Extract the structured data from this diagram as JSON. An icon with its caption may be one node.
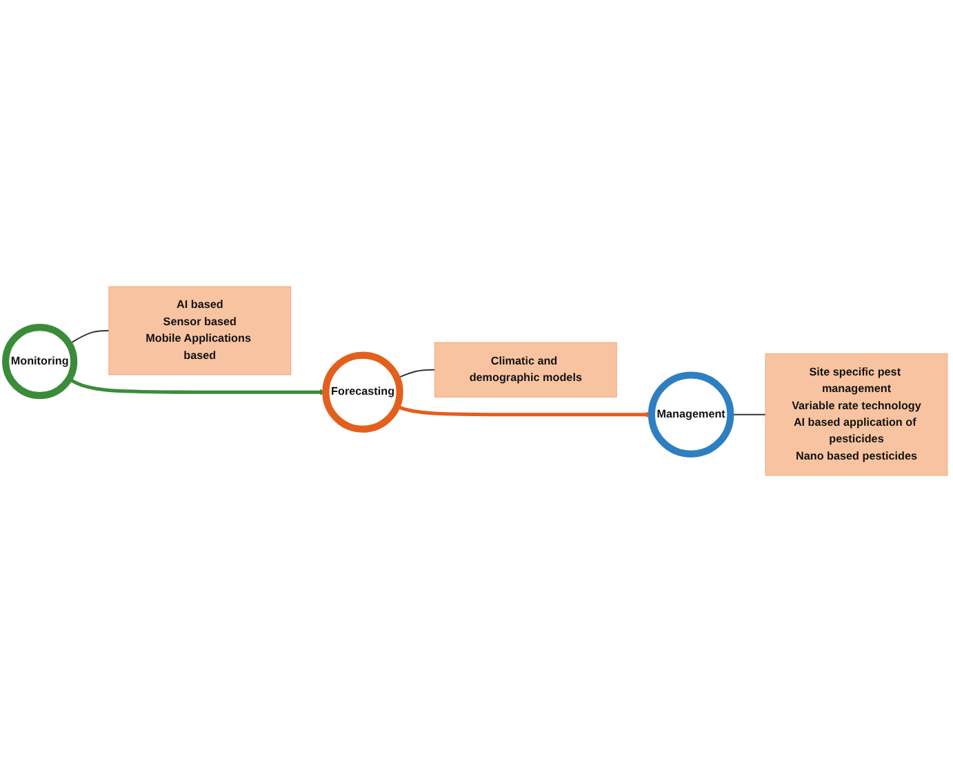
{
  "diagram": {
    "nodes": [
      {
        "text": [
          "Monitoring"
        ]
      },
      {
        "text": [
          "Forecasting"
        ]
      },
      {
        "text": [
          "Management"
        ]
      },
      {
        "text": [
          "AI based",
          "Sensor based",
          "Mobile Applications based"
        ]
      },
      {
        "text": [
          "Climatic and demographic models"
        ]
      },
      {
        "text": [
          "Site specific pest management",
          "Variable rate technology",
          "AI based application of pesticides",
          "Nano based pesticides"
        ]
      }
    ],
    "edges": [
      {
        "from": 0,
        "to": 1,
        "arrow": "to",
        "style": "thick",
        "color": "#3b8c3a"
      },
      {
        "from": 1,
        "to": 2,
        "arrow": "to",
        "style": "thick",
        "color": "#e35f1c"
      },
      {
        "from": 0,
        "to": 3,
        "arrow": "none"
      },
      {
        "from": 1,
        "to": 4,
        "arrow": "none"
      },
      {
        "from": 2,
        "to": 5,
        "arrow": "none"
      }
    ]
  }
}
